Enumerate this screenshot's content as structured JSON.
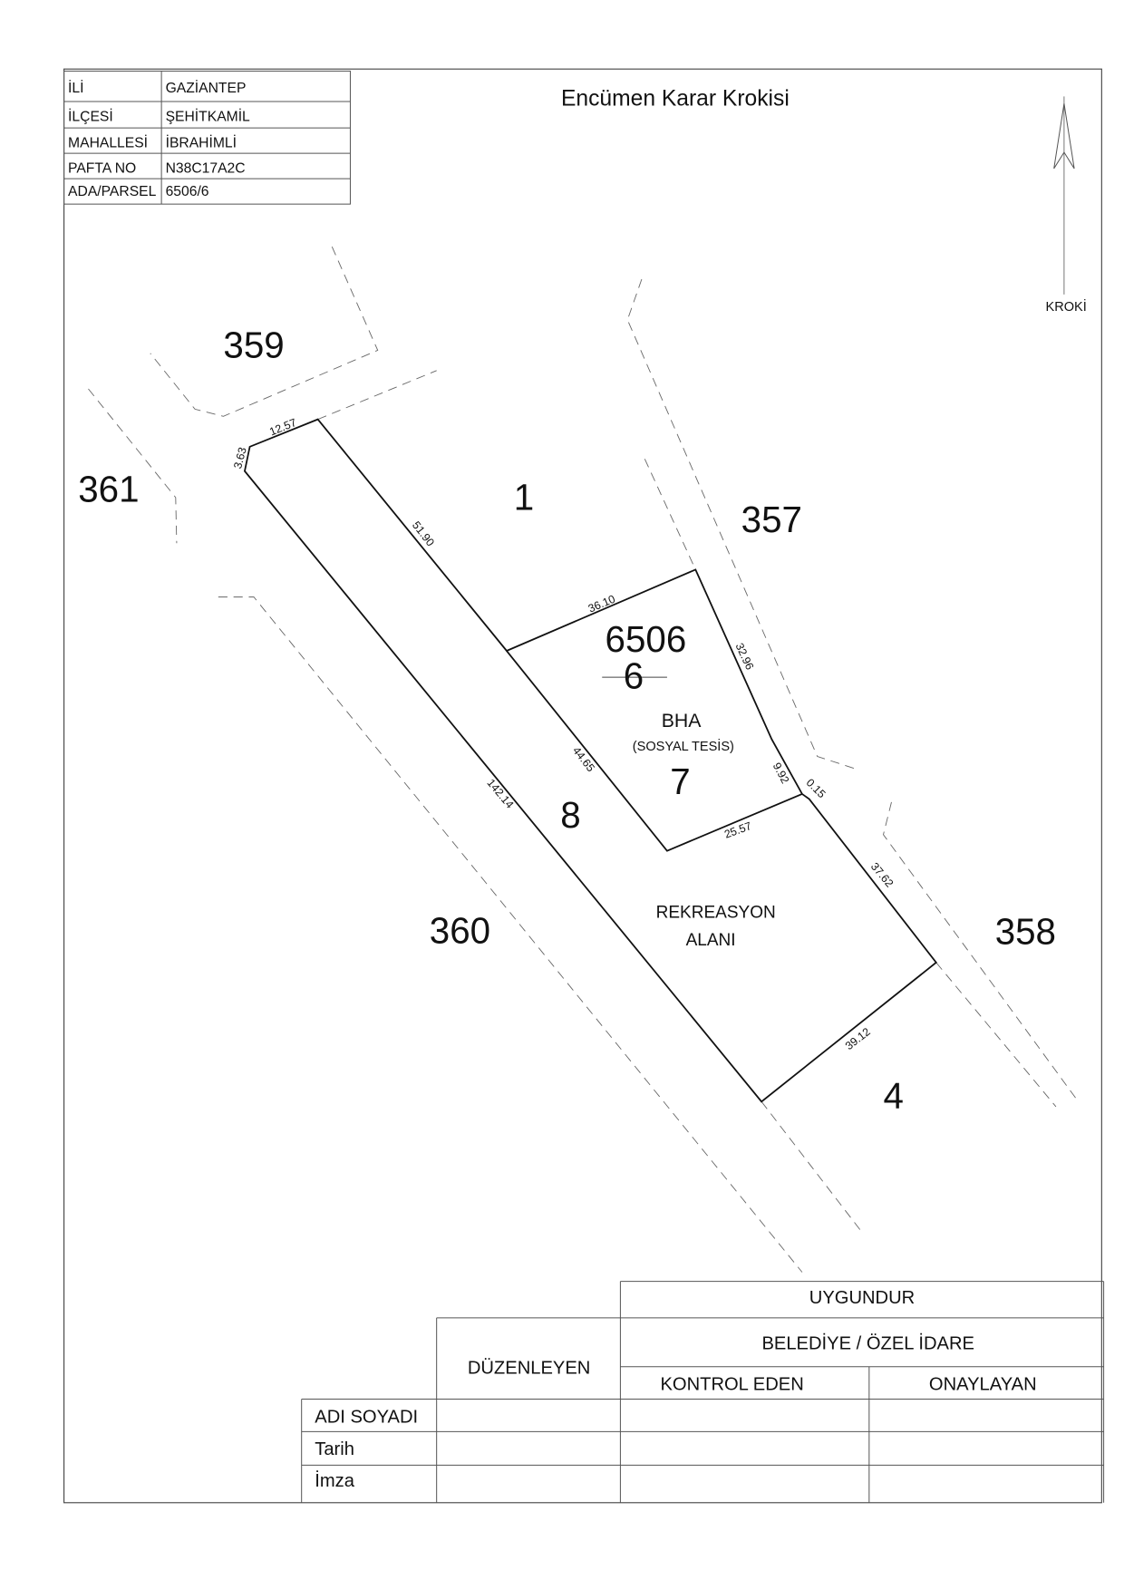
{
  "title": "Encümen Karar Krokisi",
  "info_table": [
    {
      "label": "İLİ",
      "value": "GAZİANTEP"
    },
    {
      "label": "İLÇESİ",
      "value": "ŞEHİTKAMİL"
    },
    {
      "label": "MAHALLESİ",
      "value": "İBRAHİMLİ"
    },
    {
      "label": "PAFTA NO",
      "value": "N38C17A2C"
    },
    {
      "label": "ADA/PARSEL",
      "value": "6506/6"
    }
  ],
  "north": {
    "label": "KROKİ",
    "icon": "north-arrow-icon"
  },
  "parcels": {
    "p359": "359",
    "p361": "361",
    "p1": "1",
    "p357": "357",
    "p360": "360",
    "p358": "358",
    "p4": "4",
    "p8": "8",
    "p7": "7"
  },
  "subject": {
    "ada": "6506",
    "parsel": "6",
    "use": "BHA",
    "use_detail": "(SOSYAL TESİS)",
    "area_label_1": "REKREASYON",
    "area_label_2": "ALANI"
  },
  "dimensions": {
    "d1257": "12.57",
    "d363": "3.63",
    "d5190": "51.90",
    "d3610": "36.10",
    "d3296": "32.96",
    "d4465": "44.65",
    "d14214": "142.14",
    "d992": "9.92",
    "d015": "0.15",
    "d2557": "25.57",
    "d3762": "37.62",
    "d3912": "39.12"
  },
  "approval": {
    "uygundur": "UYGUNDUR",
    "authority": "BELEDİYE / ÖZEL İDARE",
    "prepared_by": "DÜZENLEYEN",
    "checked_by": "KONTROL EDEN",
    "approved_by": "ONAYLAYAN",
    "rows": [
      "ADI SOYADI",
      "Tarih",
      "İmza"
    ]
  }
}
